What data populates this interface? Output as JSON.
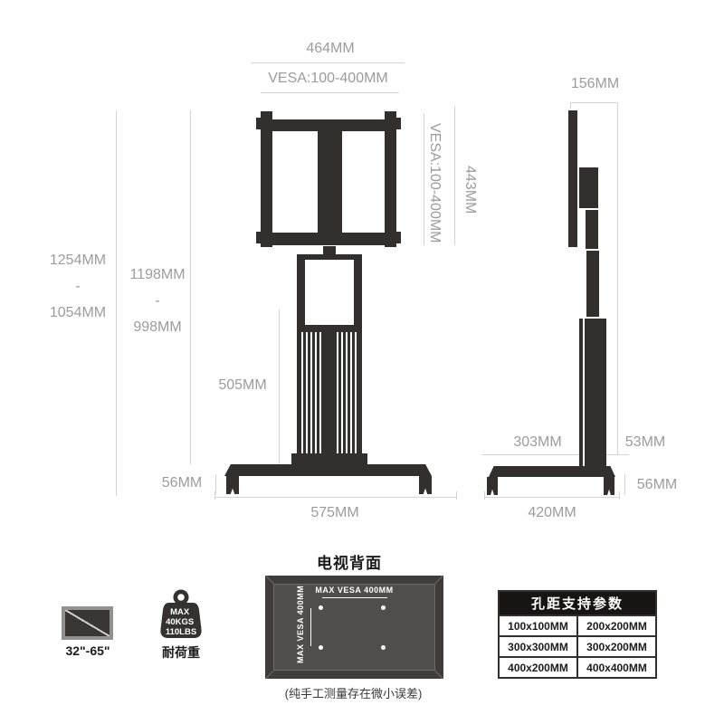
{
  "colors": {
    "stand": "#332f2f",
    "dim_line": "#d4d4d4",
    "dim_text": "#9c9c9c",
    "panel_frame": "#403c3c",
    "panel_face": "#514d4d",
    "table_header_bg": "#171414",
    "white": "#ffffff"
  },
  "front_view": {
    "width_top": "464MM",
    "vesa_top": "VESA:100-400MM",
    "vesa_side": "VESA:100-400MM",
    "mount_height": "443MM",
    "range_outer": {
      "max": "1254MM",
      "sep": "-",
      "min": "1054MM"
    },
    "range_inner": {
      "max": "1198MM",
      "sep": "-",
      "min": "998MM"
    },
    "column_height": "505MM",
    "wheel_height": "56MM",
    "base_width": "575MM"
  },
  "side_view": {
    "depth_top": "156MM",
    "base_front": "303MM",
    "column_depth": "53MM",
    "wheel_height": "56MM",
    "base_depth": "420MM"
  },
  "tv_back": {
    "title": "电视背面",
    "max_vesa_h": "MAX VESA 400MM",
    "max_vesa_v": "MAX VESA 400MM",
    "note": "(纯手工测量存在微小误差)"
  },
  "badges": {
    "screen_range": "32\"-65\"",
    "weight": {
      "line1": "MAX",
      "line2": "40KGS",
      "line3": "110LBS",
      "label": "耐荷重"
    }
  },
  "vesa_table": {
    "title": "孔距支持参数",
    "rows": [
      [
        "100x100MM",
        "200x200MM"
      ],
      [
        "300x300MM",
        "300x200MM"
      ],
      [
        "400x200MM",
        "400x400MM"
      ]
    ]
  }
}
